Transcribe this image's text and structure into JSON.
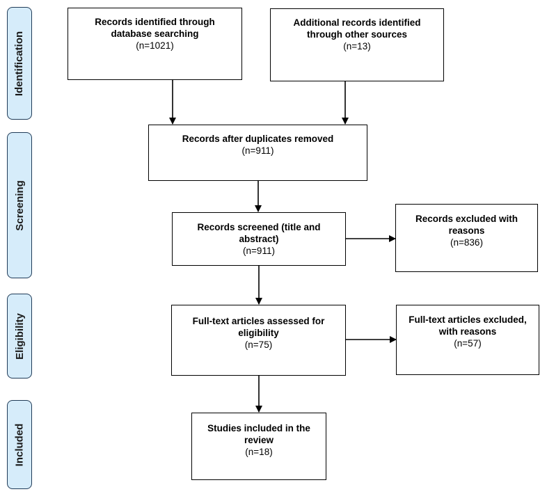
{
  "colors": {
    "stage_fill": "#d6ecfa",
    "stage_border": "#1f3b57",
    "box_border": "#000000",
    "arrow": "#000000"
  },
  "stages": {
    "identification": "Identification",
    "screening": "Screening",
    "eligibility": "Eligibility",
    "included": "Included"
  },
  "boxes": {
    "database": {
      "title_1": "Records identified through",
      "title_2": "database searching",
      "count": "(n=1021)"
    },
    "other_sources": {
      "title_1": "Additional records identified",
      "title_2": "through other sources",
      "count": "(n=13)"
    },
    "duplicates_removed": {
      "title_1": "Records after duplicates removed",
      "count": "(n=911)"
    },
    "screened": {
      "title_1": "Records screened (title and",
      "title_2": "abstract)",
      "count": "(n=911)"
    },
    "excluded": {
      "title_1": "Records excluded with",
      "title_2": "reasons",
      "count": "(n=836)"
    },
    "fulltext_assessed": {
      "title_1": "Full-text articles assessed for",
      "title_2": "eligibility",
      "count": "(n=75)"
    },
    "fulltext_excluded": {
      "title_1": "Full-text articles excluded,",
      "title_2": "with reasons",
      "count": "(n=57)"
    },
    "included": {
      "title_1": "Studies included in the",
      "title_2": "review",
      "count": "(n=18)"
    }
  }
}
